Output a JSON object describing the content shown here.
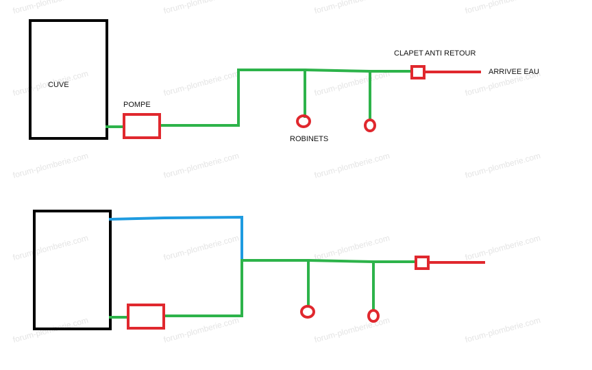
{
  "labels": {
    "tank": "CUVE",
    "pump": "POMPE",
    "check_valve": "CLAPET ANTI RETOUR",
    "water_inlet": "ARRIVEE EAU",
    "taps": "ROBINETS"
  },
  "watermark": "forum-plomberie.com",
  "colors": {
    "tank_outline": "#000000",
    "pipe_green": "#2db34a",
    "pipe_blue": "#1e9be0",
    "device_red": "#e0282e",
    "watermark": "#e4e4e4"
  }
}
